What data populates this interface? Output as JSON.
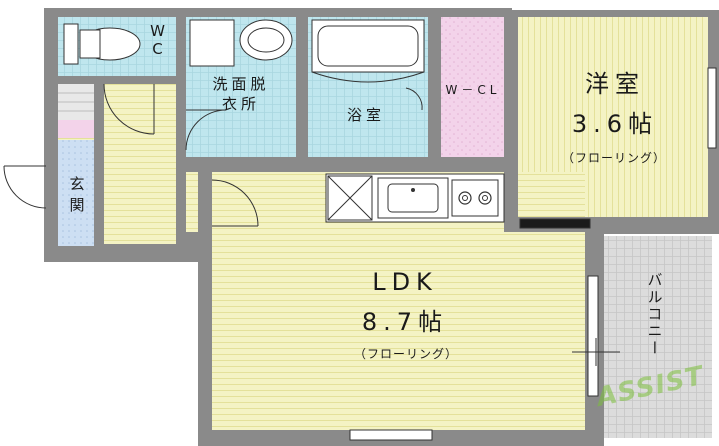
{
  "rooms": {
    "wc": "WC",
    "washroom": "洗面脱衣所",
    "bath": "浴室",
    "walk_in_closet": "W－CL",
    "western_room": {
      "name": "洋室",
      "size": "3.6帖",
      "floor": "（フローリング）"
    },
    "entrance": "玄関",
    "ldk": {
      "name": "LDK",
      "size": "8.7帖",
      "floor": "（フローリング）"
    },
    "balcony": "バルコニー"
  },
  "watermark": "ASSIST",
  "colors": {
    "wall": "#7a7a7a",
    "floor_wood": "#f4f3c4",
    "floor_wood_line": "#e4e19a",
    "wet_area": "#bfe6ee",
    "closet": "#f3d3ea",
    "entrance": "#cddff3",
    "balcony": "#d9d9d9",
    "fixture_line": "#333333",
    "watermark": "#7cbf3c"
  }
}
